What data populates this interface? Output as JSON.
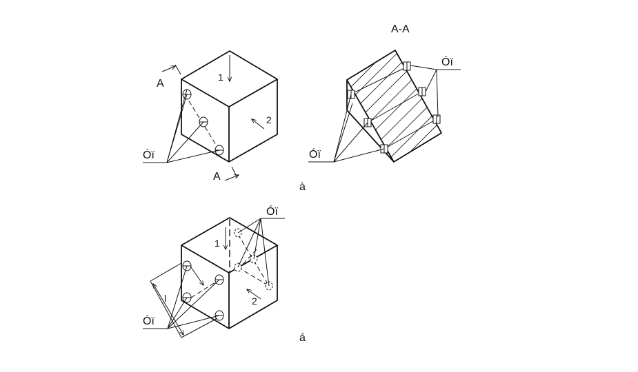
{
  "labels": {
    "section_title": "A-A",
    "section_mark_top": "A",
    "section_mark_bottom": "A",
    "direction_1_a": "1",
    "direction_2_a": "2",
    "direction_1_b": "1",
    "direction_2_b": "2",
    "leader_a_left": "Óï",
    "leader_a_right_top": "Óï",
    "leader_a_right_left": "Óï",
    "leader_b_top": "Óï",
    "leader_b_left": "Óï",
    "dimension_l": "l",
    "caption_a": "à",
    "caption_b": "á"
  },
  "colors": {
    "ink": "#111111",
    "background": "#ffffff"
  }
}
